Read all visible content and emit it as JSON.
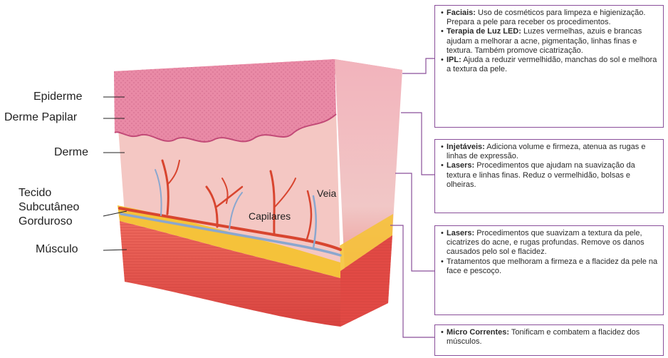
{
  "layer_labels": {
    "epiderme": "Epiderme",
    "derme_papilar": "Derme Papilar",
    "derme": "Derme",
    "tecido_l1": "Tecido",
    "tecido_l2": "Subcutâneo",
    "tecido_l3": "Gorduroso",
    "musculo": "Músculo"
  },
  "vessel_labels": {
    "veia": "Veia",
    "capilares": "Capilares"
  },
  "boxes": [
    {
      "items": [
        {
          "term": "Faciais:",
          "text": " Uso de cosméticos para limpeza e higienização. Prepara a pele para receber os procedimentos."
        },
        {
          "term": "Terapia de Luz LED:",
          "text": " Luzes vermelhas, azuis e brancas ajudam a melhorar a acne, pigmentação, linhas finas e textura. Também promove cicatrização."
        },
        {
          "term": "IPL:",
          "text": " Ajuda a reduzir vermelhidão, manchas do sol e melhora a textura da pele."
        }
      ]
    },
    {
      "items": [
        {
          "term": "Injetáveis:",
          "text": " Adiciona volume e firmeza, atenua as rugas e linhas de expressão."
        },
        {
          "term": "Lasers:",
          "text": " Procedimentos que ajudam na suavização da textura e linhas finas. Reduz o vermelhidão, bolsas e olheiras."
        }
      ]
    },
    {
      "items": [
        {
          "term": "Lasers:",
          "text": " Procedimentos que suavizam a textura da pele, cicatrizes do acne, e rugas profundas. Remove os danos causados pelo sol e flacidez."
        },
        {
          "term": "",
          "text": "Tratamentos que melhoram a firmeza e a flacidez da pele na face e pescoço."
        }
      ]
    },
    {
      "items": [
        {
          "term": "Micro Correntes:",
          "text": " Tonificam e combatem a flacidez dos músculos."
        }
      ]
    }
  ],
  "colors": {
    "connector": "#8a4f9a",
    "epidermis": "#e98aa6",
    "dermis": "#f4c2bd",
    "fat": "#f5c23a",
    "muscle": "#e24a45",
    "artery": "#d8452f",
    "vein": "#8aa7cf"
  }
}
